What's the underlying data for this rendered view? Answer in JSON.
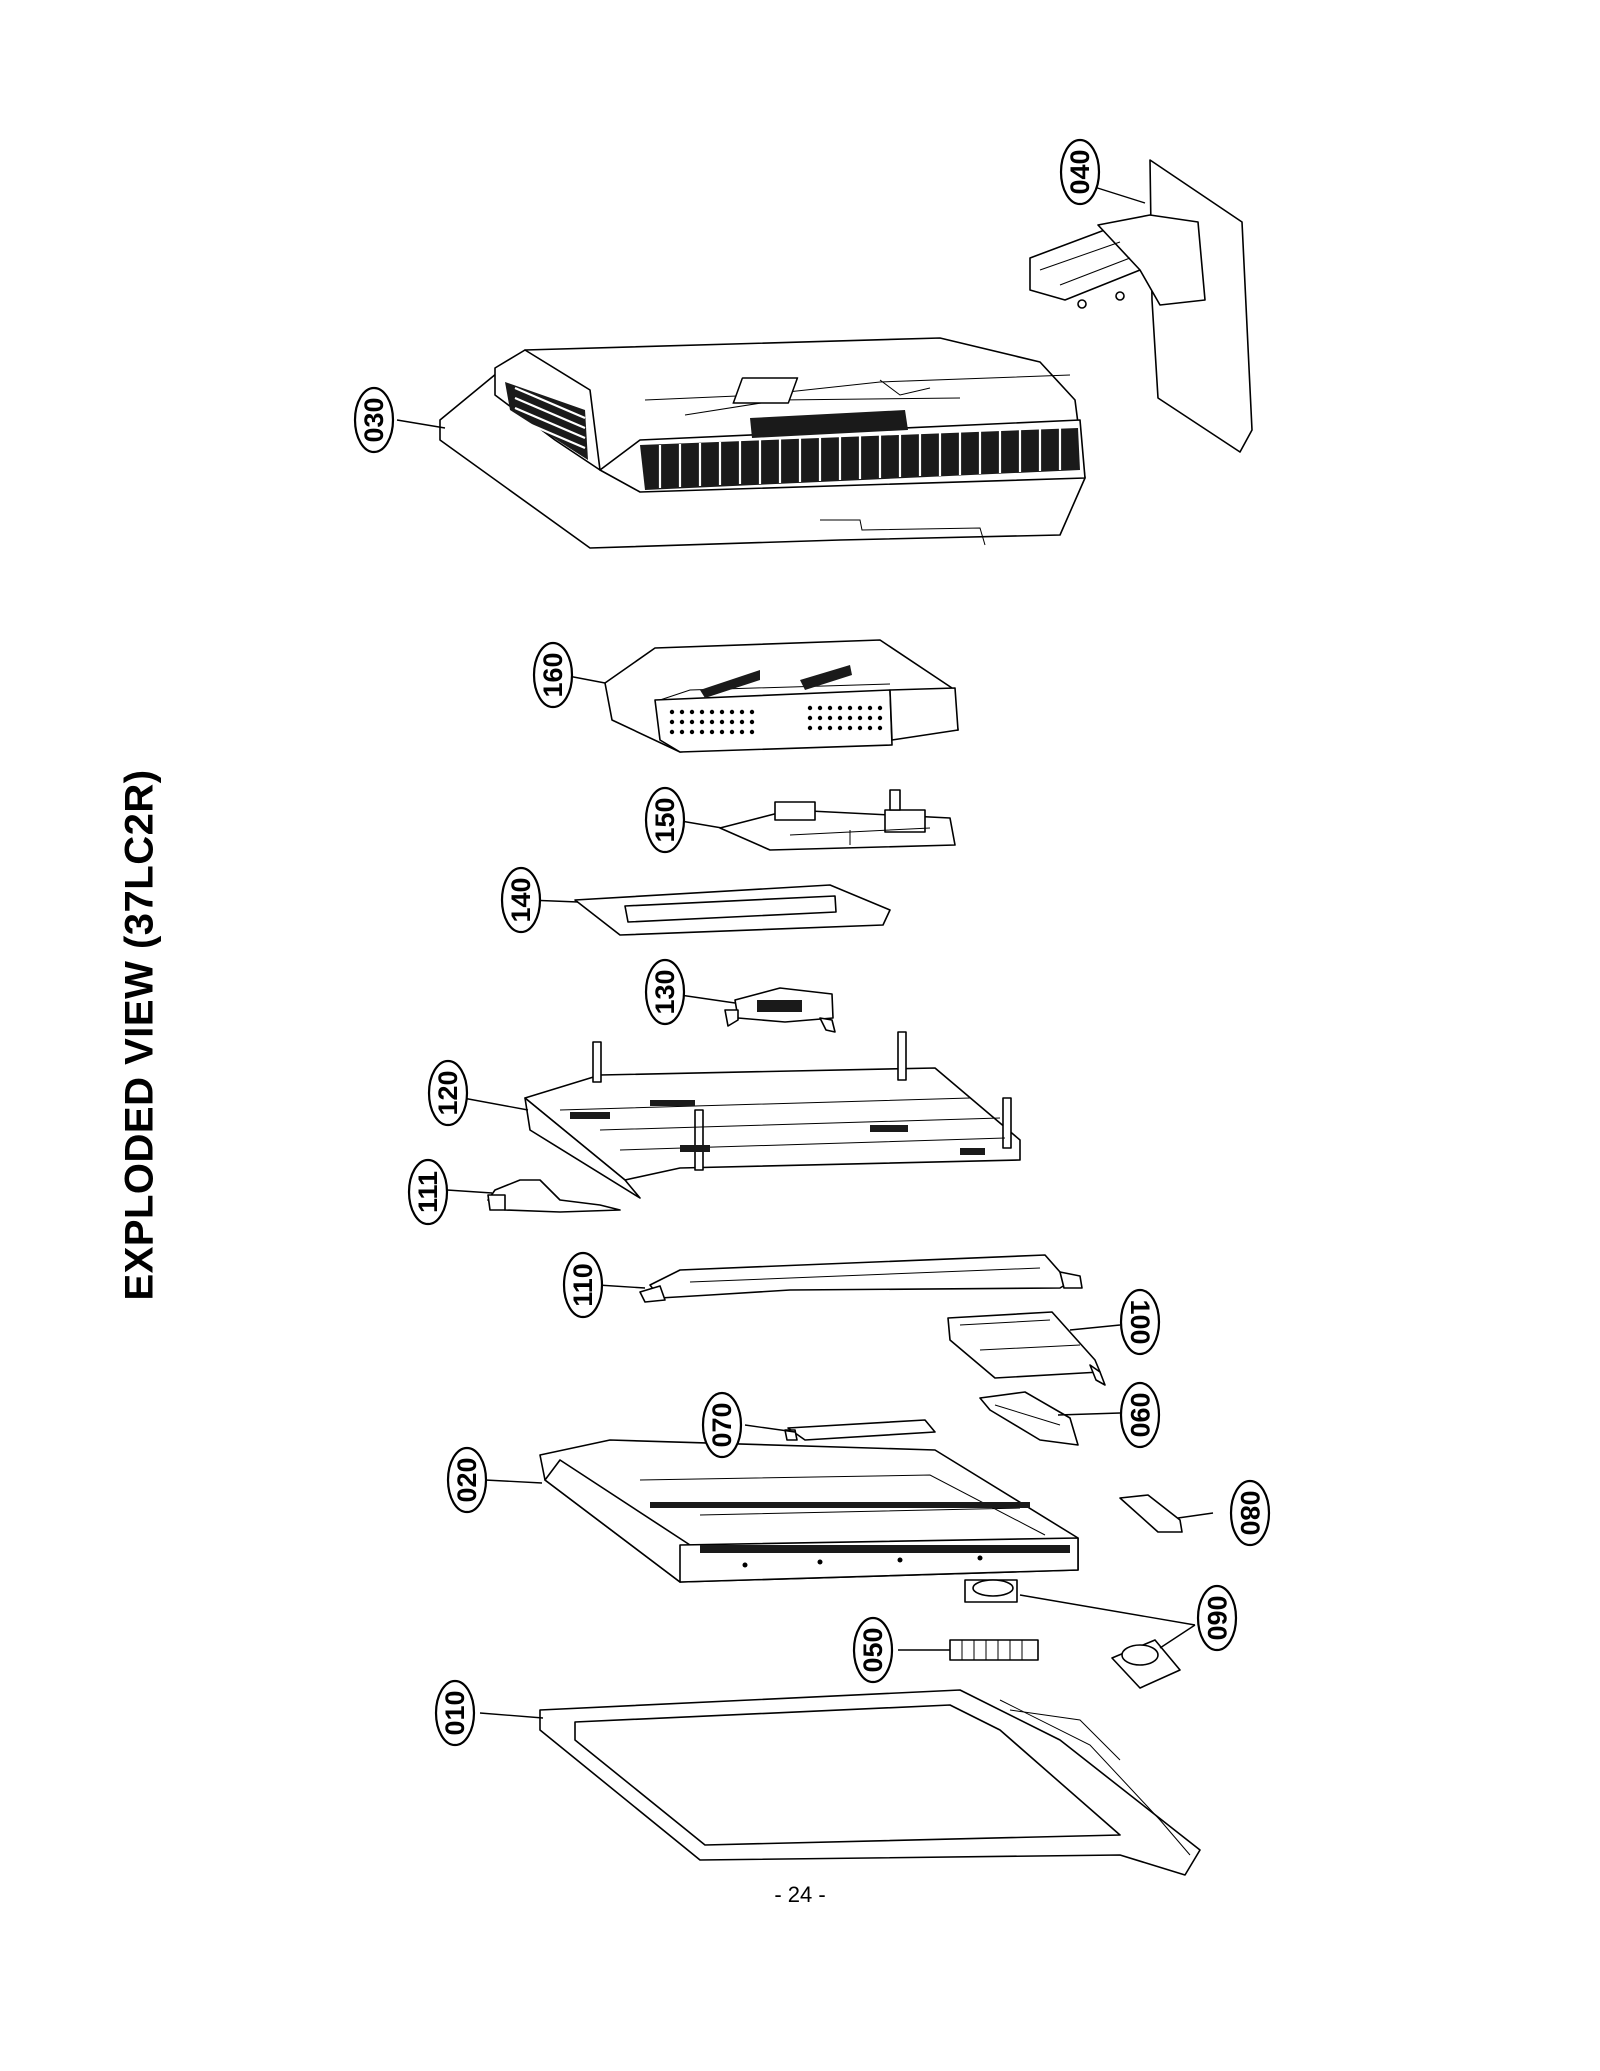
{
  "title": "EXPLODED VIEW (37LC2R)",
  "page_number": "- 24 -",
  "callouts": [
    "040",
    "030",
    "160",
    "150",
    "140",
    "130",
    "120",
    "111",
    "110",
    "100",
    "070",
    "090",
    "020",
    "080",
    "060",
    "050",
    "010"
  ]
}
